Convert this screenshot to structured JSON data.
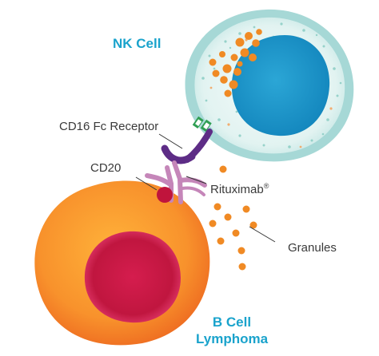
{
  "labels": {
    "nk_cell": "NK Cell",
    "cd16": "CD16 Fc Receptor",
    "cd20": "CD20",
    "rituximab": "Rituximab",
    "rituximab_mark": "®",
    "granules": "Granules",
    "b_cell_line1": "B Cell",
    "b_cell_line2": "Lymphoma"
  },
  "colors": {
    "label_text": "#3a3a3a",
    "cell_title": "#1aa3cc",
    "nk_membrane": "#9ed3d3",
    "nk_cytoplasm": "#e4f4f2",
    "nk_nucleus": "#1f99c9",
    "b_cytoplasm": "#f57c25",
    "b_nucleus": "#c8184a",
    "granule": "#f08a24",
    "cd16_receptor": "#5d2c86",
    "antibody": "#c586b9",
    "cd20": "#c0143c",
    "receptor_tag": "#2f9e52"
  }
}
